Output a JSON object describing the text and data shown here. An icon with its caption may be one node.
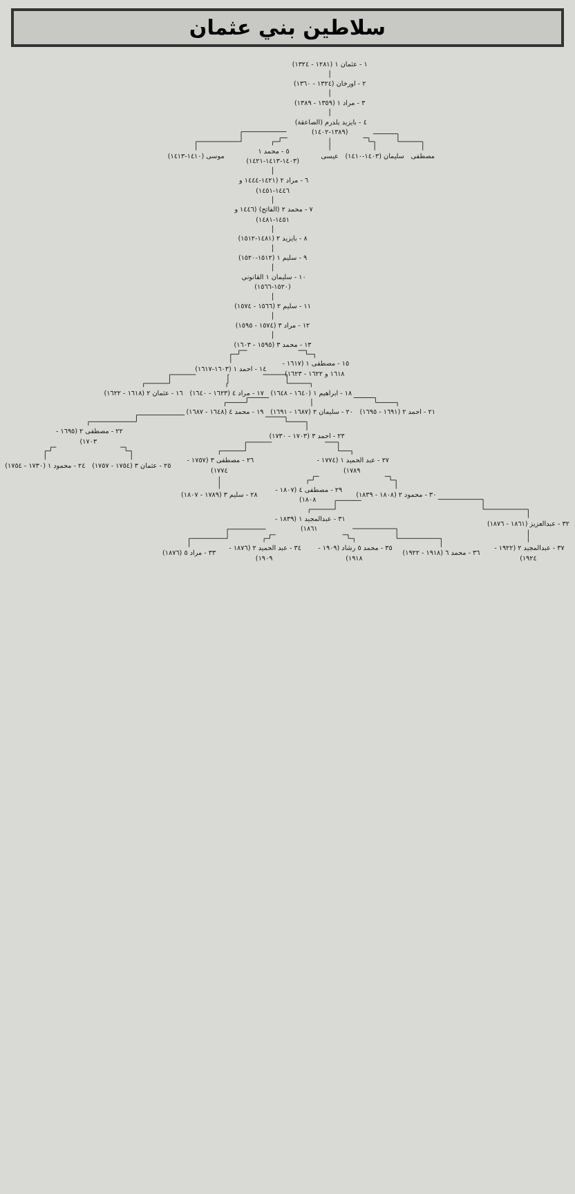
{
  "diagram": {
    "title": "سلاطين بني عثمان",
    "nodes": [
      {
        "text": [
          "١ - عثمان ١ (١٢٨١ - ١٣٢٤)"
        ]
      },
      {
        "text": [
          "٢ - اورخان (١٣٢٤ - ١٣٦٠)"
        ]
      },
      {
        "text": [
          "٣ - مراد ١ (١٣٥٩ - ١٣٨٩)"
        ]
      },
      {
        "text": [
          "٤ - بايزيد يلدرم (الصاعقة) (١٣٨٩-١٤٠٢)"
        ]
      },
      {
        "text": [
          "موسى (١٤١٠-١٤١٣)"
        ]
      },
      {
        "text": [
          "٥ - محمد ١ (١٤٠٣-١٤١٣-١٤٢١)"
        ]
      },
      {
        "text": [
          "عيسى"
        ]
      },
      {
        "text": [
          "٦ - مراد ٢ (١٤٢١-١٤٤٤ و ١٤٤٦-١٤٥١)"
        ]
      },
      {
        "text": [
          "٧ - محمد ٢ (الفاتح) (١٤٤٦ و ١٤٥١-١٤٨١)"
        ]
      },
      {
        "text": [
          "٨ - بايزيد ٢ (١٤٨١-١٥١٢)"
        ]
      },
      {
        "text": [
          "٩ - سليم ١ (١٥١٢-١٥٢٠)"
        ]
      },
      {
        "text": [
          "سليمان (١٤٠٣-١٤١٠)"
        ]
      },
      {
        "text": [
          "مصطفى"
        ]
      },
      {
        "text": [
          "١٠ - سليمان ١ القانوني (١٥٢٠-١٥٦٦)"
        ]
      },
      {
        "text": [
          "١١ - سليم ٢ (١٥٦٦ - ١٥٧٤)"
        ]
      },
      {
        "text": [
          "١٢ - مراد ٣ (١٥٧٤ - ١٥٩٥)"
        ]
      },
      {
        "text": [
          "١٣ - محمد ٣ (١٥٩٥ - ١٦٠٣)"
        ]
      },
      {
        "text": [
          "١٤ - احمد ١ (١٦٠٣-١٦١٧)"
        ]
      },
      {
        "text": [
          "١٥ - مصطفى ١ (١٦١٧ - ١٦١٨ و ١٦٢٢ - ١٦٢٣)"
        ]
      },
      {
        "text": [
          "١٦ - عثمان ٢ (١٦١٨ - ١٦٢٢)"
        ]
      },
      {
        "text": [
          "١٧ - مراد ٤ (١٦٢٣ - ١٦٤٠)"
        ]
      },
      {
        "text": [
          "١٨ - ابراهيم ١ (١٦٤٠ - ١٦٤٨)"
        ]
      },
      {
        "text": [
          "١٩ - محمد ٤ (١٦٤٨ - ١٦٨٧)"
        ]
      },
      {
        "text": [
          "٢٠ - سليمان ٢ (١٦٨٧ - ١٦٩١)"
        ]
      },
      {
        "text": [
          "٢١ - احمد ٢ (١٦٩١ - ١٦٩٥)"
        ]
      },
      {
        "text": [
          "٢٢ - مصطفى ٢ (١٦٩٥ - ١٧٠٣)"
        ]
      },
      {
        "text": [
          "٢٣ - احمد ٣ (١٧٠٣ - ١٧٣٠)"
        ]
      },
      {
        "text": [
          "٢٤ - محمود ١ (١٧٣٠ - ١٧٥٤)"
        ]
      },
      {
        "text": [
          "٢٥ - عثمان ٣ (١٧٥٤ - ١٧٥٧)"
        ]
      },
      {
        "text": [
          "٢٦ - مصطفى ٣ (١٧٥٧ - ١٧٧٤)"
        ]
      },
      {
        "text": [
          "٢٧ - عبد الحميد ١ (١٧٧٤ - ١٧٨٩)"
        ]
      },
      {
        "text": [
          "٢٨ - سليم ٣ (١٧٨٩ - ١٨٠٧)"
        ]
      },
      {
        "text": [
          "٢٩ - مصطفى ٤ (١٨٠٧ - ١٨٠٨)"
        ]
      },
      {
        "text": [
          "٣٠ - محمود ٢ (١٨٠٨ - ١٨٣٩)"
        ]
      },
      {
        "text": [
          "٣١ - عبدالمجيد ١ (١٨٣٩ - ١٨٦١)"
        ]
      },
      {
        "text": [
          "٣٢ - عبدالعزيز (١٨٦١ - ١٨٧٦)"
        ]
      },
      {
        "text": [
          "٣٧ - عبدالمجيد ٢ (١٩٢٢ - ١٩٢٤)"
        ]
      },
      {
        "text": [
          "٣٣ - مراد ٥ (١٨٧٦)"
        ]
      },
      {
        "text": [
          "٣٤ - عبد الحميد ٢ (١٨٧٦ - ١٩٠٩)"
        ]
      },
      {
        "text": [
          "٣٥ - محمد ٥ رشاد (١٩٠٩ - ١٩١٨)"
        ]
      },
      {
        "text": [
          "٣٦ - محمد ٦ (١٩١٨ - ١٩٢٢)"
        ]
      }
    ],
    "edges": [
      {
        "from": 0,
        "to": 1,
        "arrow": "none"
      },
      {
        "from": 1,
        "to": 2,
        "arrow": "none"
      },
      {
        "from": 2,
        "to": 3,
        "arrow": "none"
      },
      {
        "from": 3,
        "to": 11,
        "arrow": "none"
      },
      {
        "from": 3,
        "to": 4,
        "arrow": "none"
      },
      {
        "from": 3,
        "to": 5,
        "arrow": "none"
      },
      {
        "from": 3,
        "to": 6,
        "arrow": "none"
      },
      {
        "from": 3,
        "to": 12,
        "arrow": "none"
      },
      {
        "from": 5,
        "to": 7,
        "arrow": "none"
      },
      {
        "from": 7,
        "to": 8,
        "arrow": "none"
      },
      {
        "from": 8,
        "to": 9,
        "arrow": "none"
      },
      {
        "from": 9,
        "to": 10,
        "arrow": "none"
      },
      {
        "from": 10,
        "to": 13,
        "arrow": "none"
      },
      {
        "from": 13,
        "to": 14,
        "arrow": "none"
      },
      {
        "from": 14,
        "to": 15,
        "arrow": "none"
      },
      {
        "from": 15,
        "to": 16,
        "arrow": "none"
      },
      {
        "from": 16,
        "to": 17,
        "arrow": "none"
      },
      {
        "from": 16,
        "to": 18,
        "arrow": "none"
      },
      {
        "from": 17,
        "to": 19,
        "arrow": "none"
      },
      {
        "from": 17,
        "to": 20,
        "arrow": "none"
      },
      {
        "from": 17,
        "to": 21,
        "arrow": "none"
      },
      {
        "from": 21,
        "to": 22,
        "arrow": "none"
      },
      {
        "from": 21,
        "to": 23,
        "arrow": "none"
      },
      {
        "from": 21,
        "to": 24,
        "arrow": "none"
      },
      {
        "from": 22,
        "to": 25,
        "arrow": "none"
      },
      {
        "from": 22,
        "to": 26,
        "arrow": "none"
      },
      {
        "from": 25,
        "to": 27,
        "arrow": "none"
      },
      {
        "from": 25,
        "to": 28,
        "arrow": "none"
      },
      {
        "from": 26,
        "to": 29,
        "arrow": "none"
      },
      {
        "from": 26,
        "to": 30,
        "arrow": "none"
      },
      {
        "from": 29,
        "to": 31,
        "arrow": "none"
      },
      {
        "from": 30,
        "to": 32,
        "arrow": "none"
      },
      {
        "from": 30,
        "to": 33,
        "arrow": "none"
      },
      {
        "from": 33,
        "to": 34,
        "arrow": "none"
      },
      {
        "from": 33,
        "to": 35,
        "arrow": "none"
      },
      {
        "from": 35,
        "to": 36,
        "arrow": "none"
      },
      {
        "from": 34,
        "to": 37,
        "arrow": "none"
      },
      {
        "from": 34,
        "to": 38,
        "arrow": "none"
      },
      {
        "from": 34,
        "to": 39,
        "arrow": "none"
      },
      {
        "from": 34,
        "to": 40,
        "arrow": "none"
      }
    ]
  }
}
